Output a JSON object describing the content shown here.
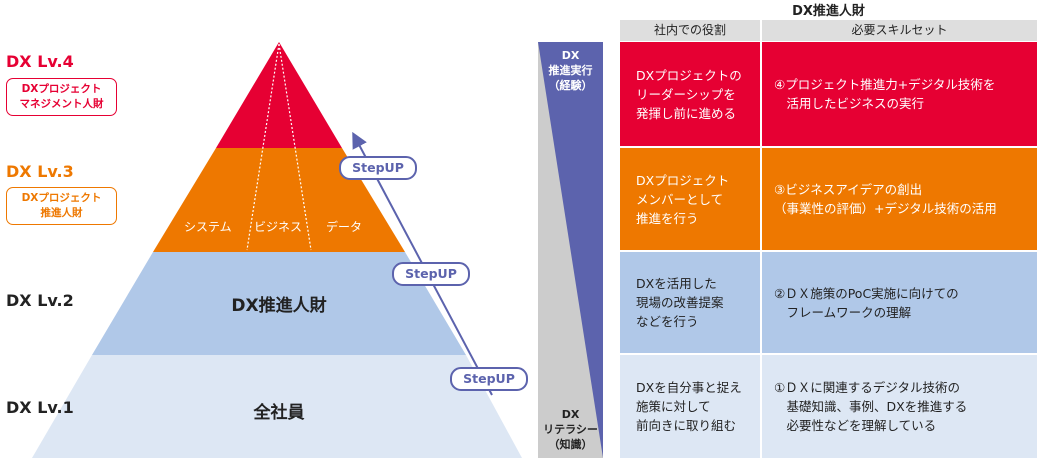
{
  "levels": [
    {
      "label": "DX Lv.4",
      "box": "DXプロジェクト\nマネジメント人財",
      "color": "#e60033"
    },
    {
      "label": "DX Lv.3",
      "box": "DXプロジェクト\n推進人財",
      "color": "#ee7800"
    },
    {
      "label": "DX Lv.2",
      "color": "#222222"
    },
    {
      "label": "DX Lv.1",
      "color": "#222222"
    }
  ],
  "pyramid": {
    "colors": [
      "#e60033",
      "#ee7800",
      "#b0c8e8",
      "#dde7f4"
    ],
    "lv3_columns": [
      "システム",
      "ビジネス",
      "データ"
    ],
    "lv2_label": "DX推進人財",
    "lv1_label": "全社員"
  },
  "stepup": {
    "label": "StepUP",
    "color": "#5c63ad"
  },
  "side_wedge": {
    "top_text": "DX\n推進実行\n（経験）",
    "bottom_text": "DX\nリテラシー\n（知識）",
    "blue": "#5c63ad",
    "gray": "#cccccc"
  },
  "table": {
    "title": "DX推進人財",
    "headers": [
      "社内での役割",
      "必要スキルセット"
    ],
    "rows": [
      {
        "role": "DXプロジェクトの\nリーダーシップを\n発揮し前に進める",
        "skill": "④プロジェクト推進力+デジタル技術を\n　活用したビジネスの実行",
        "style": "c-red"
      },
      {
        "role": "DXプロジェクト\nメンバーとして\n推進を行う",
        "skill": "③ビジネスアイデアの創出\n（事業性の評価）+デジタル技術の活用",
        "style": "c-orange"
      },
      {
        "role": "DXを活用した\n現場の改善提案\nなどを行う",
        "skill": "②ＤＸ施策のPoC実施に向けての\n　フレームワークの理解",
        "style": "c-blue"
      },
      {
        "role": "DXを自分事と捉え\n施策に対して\n前向きに取り組む",
        "skill": "①ＤＸに関連するデジタル技術の\n　基礎知識、事例、DXを推進する\n　必要性などを理解している",
        "style": "c-light"
      }
    ]
  }
}
